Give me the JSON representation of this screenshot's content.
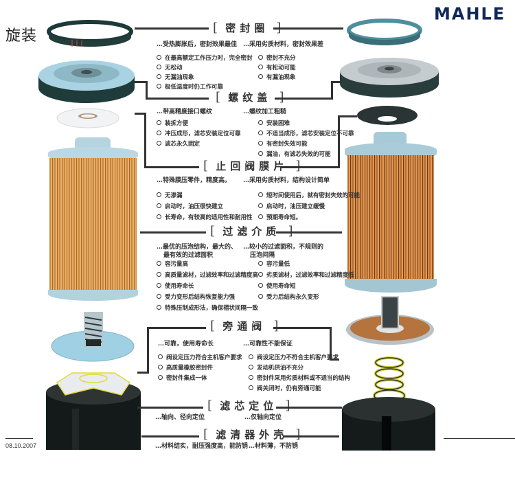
{
  "title": "旋装",
  "brand": {
    "logo": "MAHLE",
    "color": "#12285a"
  },
  "footer": {
    "date": "08.10.2007"
  },
  "sections": [
    {
      "header": "密封圈",
      "left_summary": "…受热膨胀后，密封效果最佳",
      "right_summary": "…采用劣质材料，密封效果差",
      "left_points": [
        "在最高额定工作压力时，完全密封",
        "无松动",
        "无漏油现象",
        "极低温度时仍工作可靠"
      ],
      "right_points": [
        "密封不充分",
        "有松动可能",
        "有漏油现象"
      ]
    },
    {
      "header": "螺纹盖",
      "left_summary": "…带高精度接口螺纹",
      "right_summary": "…螺纹加工粗糙",
      "left_points": [
        "装拆方便",
        "冲压成形，滤芯安装定位可靠",
        "滤芯永久固定"
      ],
      "right_points": [
        "安装困难",
        "不适当成形，滤芯安装定位不可靠",
        "有密封失效可能",
        "漏油，有滤芯失效的可能"
      ]
    },
    {
      "header": "止回阀膜片",
      "left_summary": "…特殊膜压零件，精度高。",
      "right_summary": "…采用劣质材料，结构设计简单",
      "left_points": [
        "无渗漏",
        "启动时，油压很快建立",
        "长寿命，有较高的适用性和耐用性"
      ],
      "right_points": [
        "短时间使用后，就有密封失效的可能",
        "启动时，油压建立缓慢",
        "预期寿命短。"
      ]
    },
    {
      "header": "过滤介质",
      "left_summary": "…最优的压泡结构，最大的、最有效的过滤面积",
      "left_summary_lines": [
        "…最优的压泡结构，最大的、",
        "最有效的过滤面积"
      ],
      "right_summary": "…较小的过滤面积，不规则的压泡间隔",
      "right_summary_lines": [
        "…较小的过滤面积，不规则的",
        "压泡间隔"
      ],
      "left_points": [
        "容污量高",
        "高质量滤材，过滤效率和过滤精度高",
        "使用寿命长",
        "受力变形后结构恢复能力强",
        "特殊压制成形法，确保褶状间隔一致"
      ],
      "right_points": [
        "容污量低",
        "劣质滤材，过滤效率和过滤精度低",
        "使用寿命短",
        "受力后结构永久变形"
      ]
    },
    {
      "header": "旁通阀",
      "left_summary": "…可靠，使用寿命长",
      "right_summary": "…可靠性不能保证",
      "left_points": [
        "阀设定压力符合主机客户要求",
        "高质量橡胶密封件",
        "密封件集成一体"
      ],
      "right_points": [
        "阀设定压力不符合主机客户要求",
        "发动机供油不充分",
        "密封件采用劣质材料或不适当的结构",
        "阀关闭时，仍有旁通可能"
      ]
    },
    {
      "header": "滤芯定位",
      "left_summary": "…轴向、径向定位",
      "right_summary": "…仅轴向定位"
    },
    {
      "header": "滤清器外壳",
      "left_summary": "…材料结实，耐压强度高，能防锈",
      "right_summary": "…材料薄，不防锈"
    }
  ],
  "images": {
    "left": [
      "seal-ring",
      "threaded-cover",
      "check-valve-membrane",
      "filter-element",
      "bypass-valve",
      "filter-housing"
    ],
    "right": [
      "seal-ring",
      "threaded-cover",
      "check-valve-membrane",
      "filter-element",
      "bypass-valve",
      "spring",
      "filter-housing"
    ]
  }
}
